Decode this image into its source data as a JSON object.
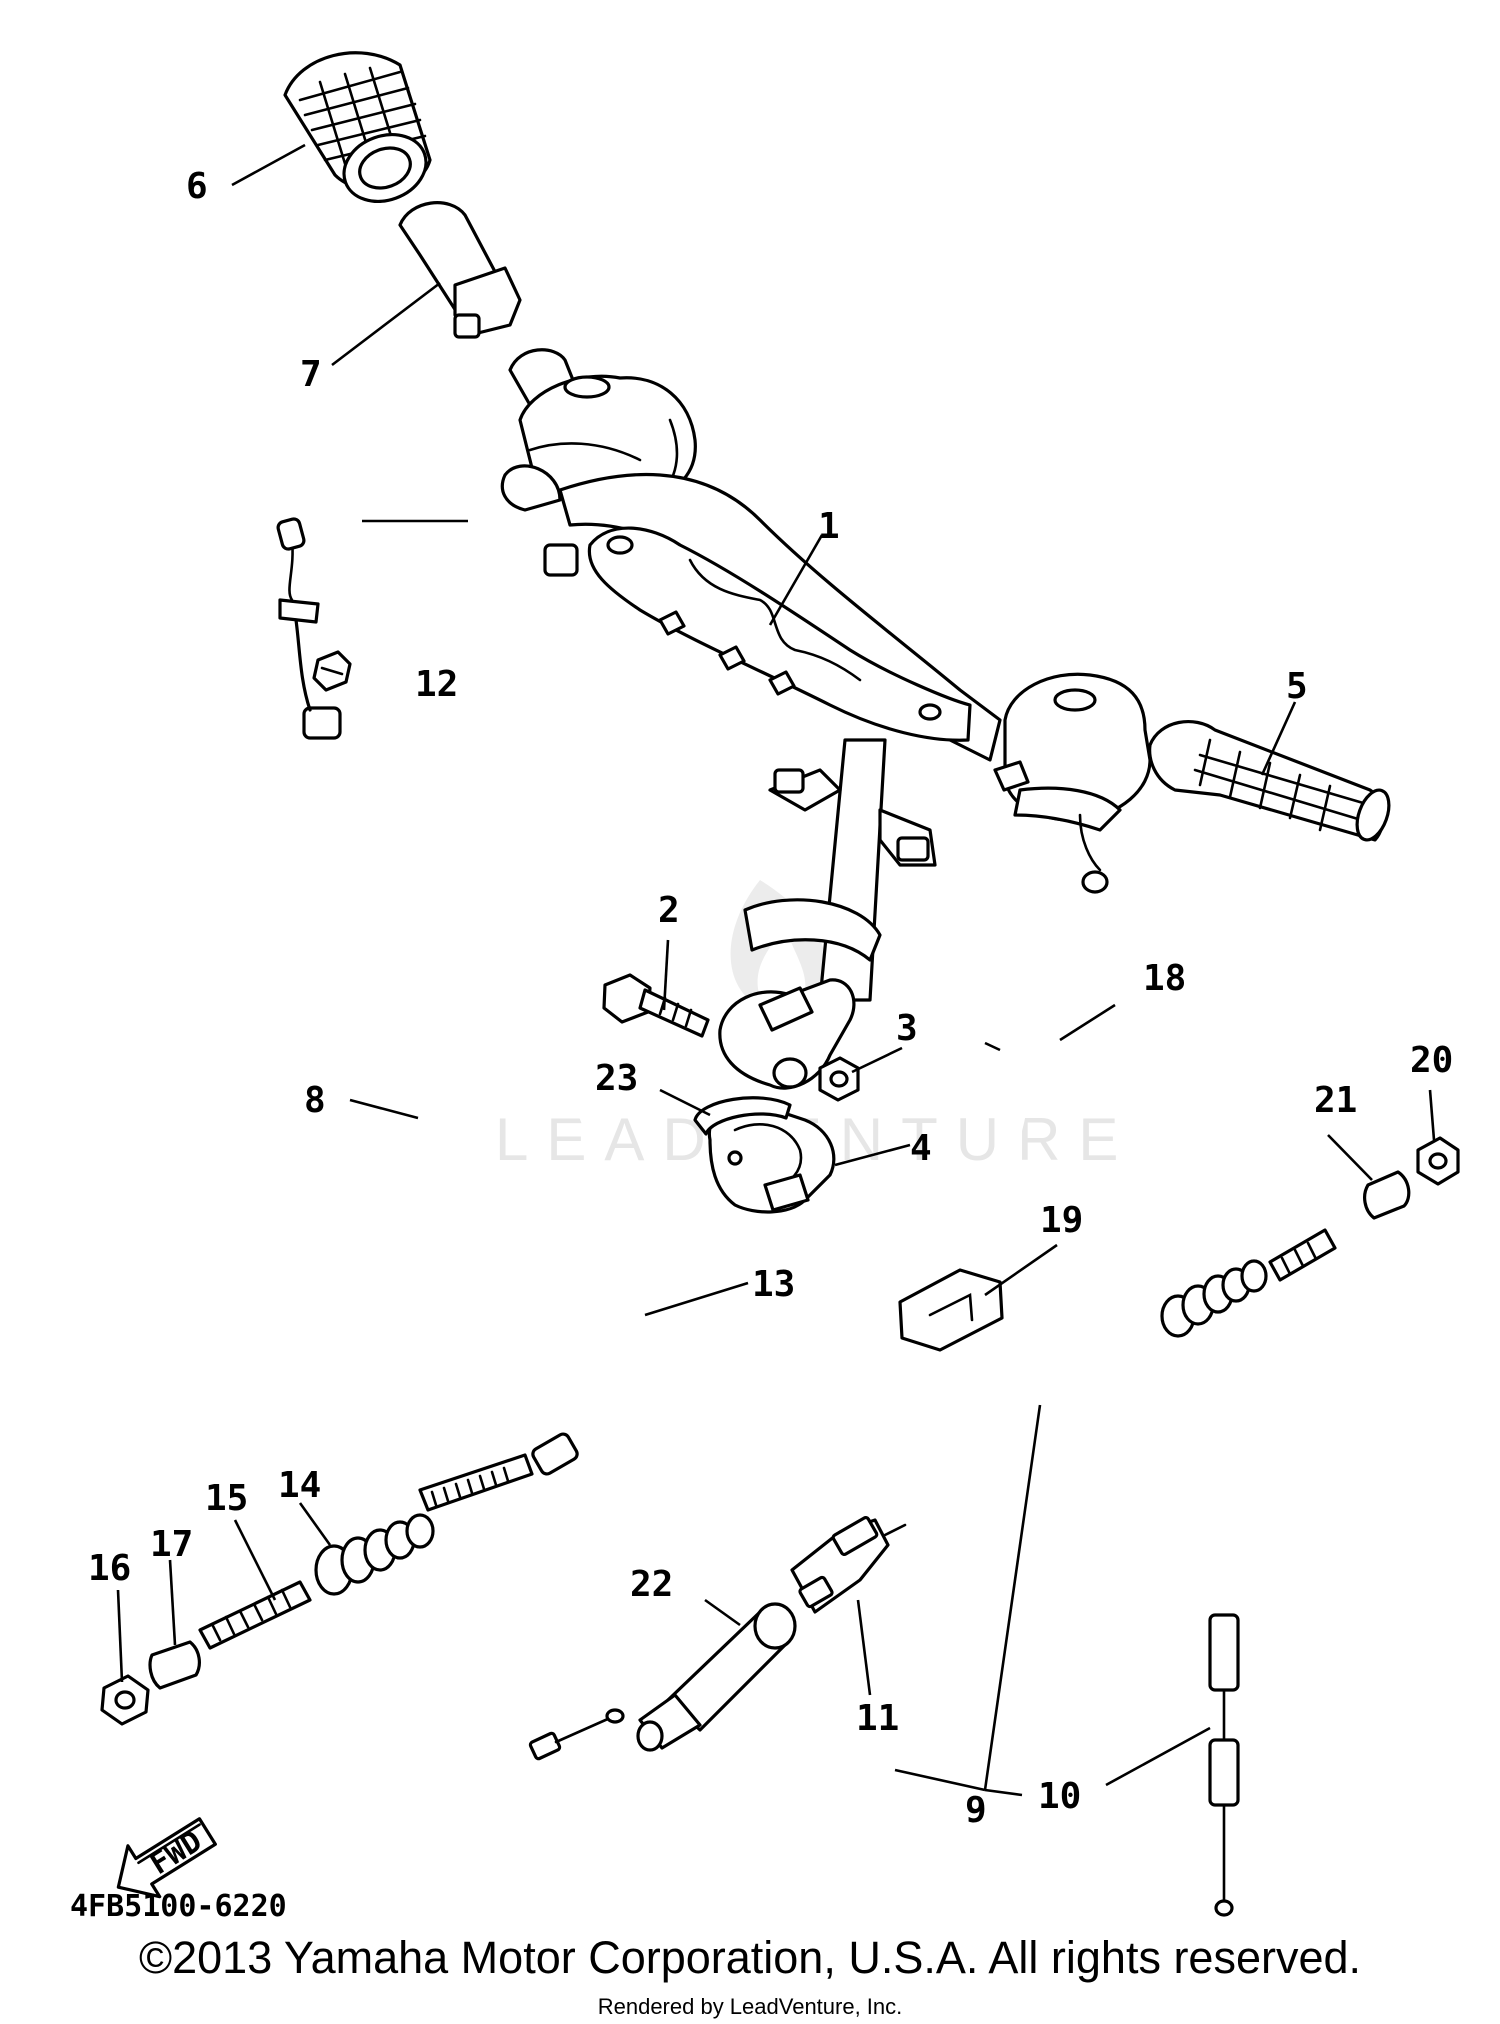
{
  "diagram": {
    "callouts": [
      "1",
      "2",
      "3",
      "4",
      "5",
      "6",
      "7",
      "8",
      "9",
      "10",
      "11",
      "12",
      "13",
      "14",
      "15",
      "16",
      "17",
      "18",
      "19",
      "20",
      "21",
      "22",
      "23"
    ],
    "fwd_arrow_label": "FWD",
    "diagram_code": "4FB5100-6220",
    "watermark": "LEADVENTURE"
  },
  "footer": {
    "copyright": "©2013 Yamaha Motor Corporation, U.S.A. All rights reserved.",
    "rendered_by": "Rendered by LeadVenture, Inc."
  }
}
